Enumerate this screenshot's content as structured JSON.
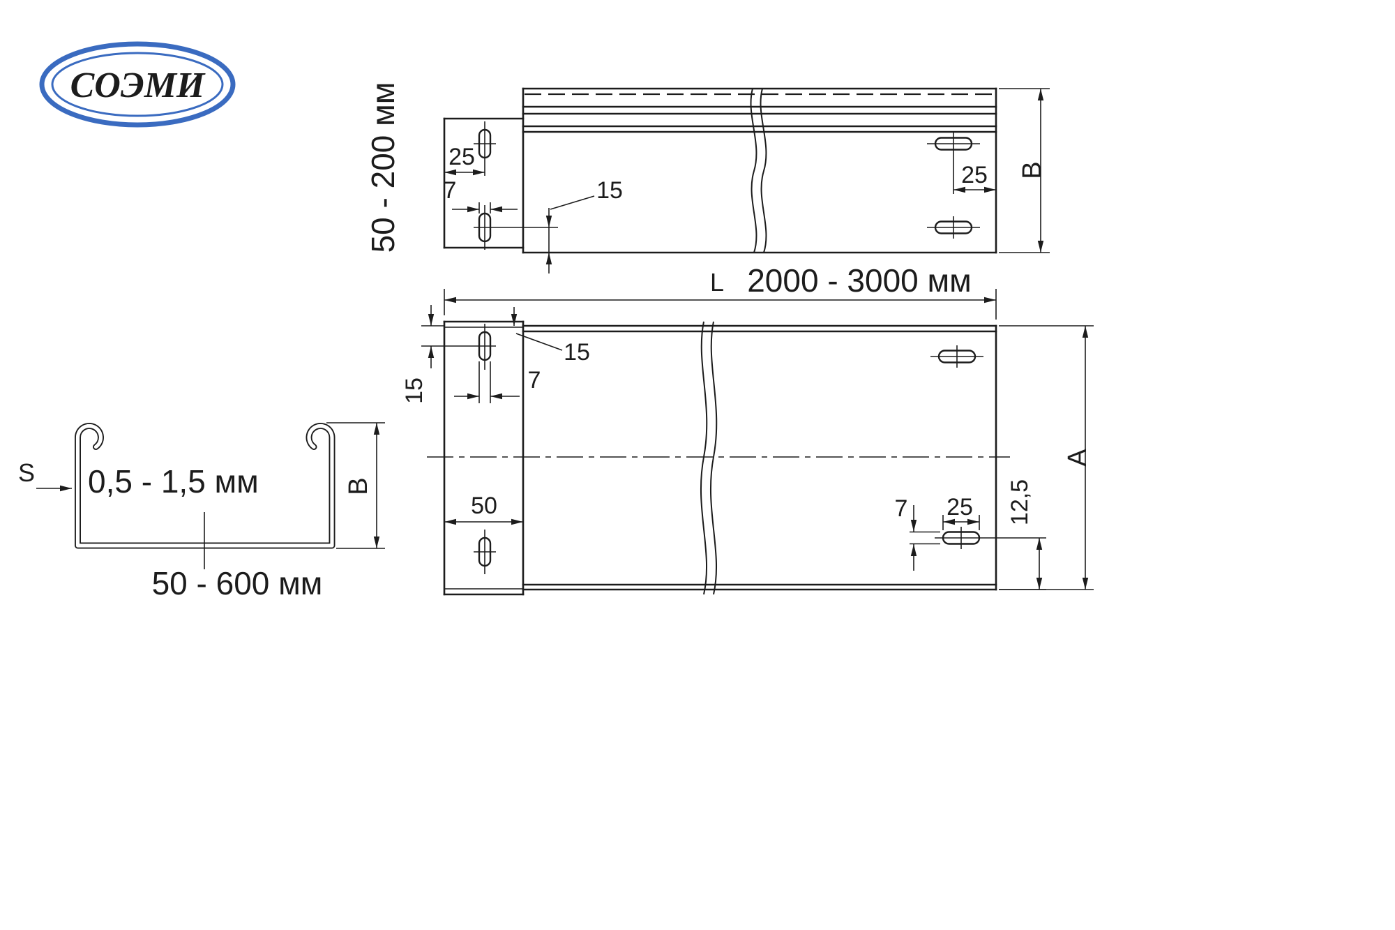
{
  "colors": {
    "background": "#ffffff",
    "line": "#1c1c1c",
    "logo_blue": "#3a6bc0"
  },
  "logo": {
    "text": "СОЭМИ"
  },
  "side_view": {
    "height_range": "50 - 200 мм",
    "dim_25_left": "25",
    "dim_7": "7",
    "dim_15": "15",
    "dim_25_right": "25",
    "dim_b": "B"
  },
  "plan_view": {
    "length_prefix": "L",
    "length_range": "2000 - 3000 мм",
    "dim_15_top": "15",
    "dim_7_top": "7",
    "dim_15_left": "15",
    "dim_50": "50",
    "dim_7_bottom": "7",
    "dim_25_bottom": "25",
    "dim_12_5": "12,5",
    "dim_a": "A"
  },
  "section_view": {
    "dim_s": "S",
    "thickness_range": "0,5 - 1,5 мм",
    "dim_b": "B",
    "width_range": "50 - 600 мм"
  }
}
